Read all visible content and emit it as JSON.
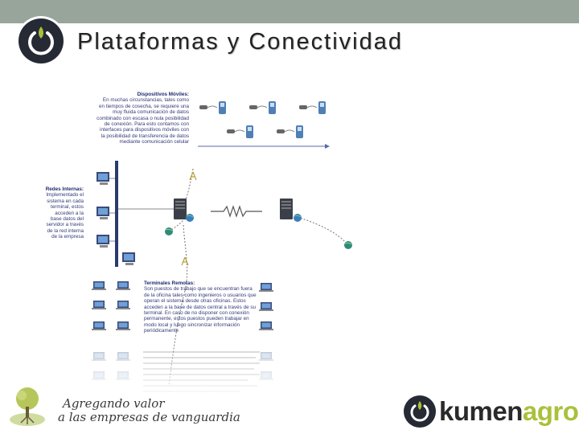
{
  "slide": {
    "title": "Plataformas y Conectividad"
  },
  "diagram": {
    "mobile": {
      "heading": "Dispositivos Móviles:",
      "text": "En muchas circunstancias, tales como en tiempos de cosecha, se requiere una muy fluida comunicación de datos combinado con escasa o nula posibilidad de conexión. Para esto contamos con interfaces para dispositivos móviles con la posibilidad de transferencia de datos mediante comunicación celular"
    },
    "internal": {
      "heading": "Redes Internas:",
      "text": "Implementado el sistema en cada terminal, estos acceden a la base datos del servidor a través de la red interna de la empresa"
    },
    "remote": {
      "heading": "Terminales Remotas:",
      "text": "Son puestos de trabajo que se encuentran fuera de la oficina tales como ingenieros o usuarios que operan el sistema desde otras oficinas. Estos acceden a la base de datos central a través de su terminal. En caso de no disponer con conexión permanente, estos puestos pueden trabajar en modo local y luego sincronizar información periódicamente"
    }
  },
  "footer": {
    "slogan_line1": "Agregando valor",
    "slogan_line2": "a las empresas de vanguardia",
    "brand_part1": "kumen",
    "brand_part2": "agro"
  },
  "colors": {
    "topbar": "#97a59b",
    "brand_green": "#a9c13b",
    "diagram_text": "#333b78"
  }
}
